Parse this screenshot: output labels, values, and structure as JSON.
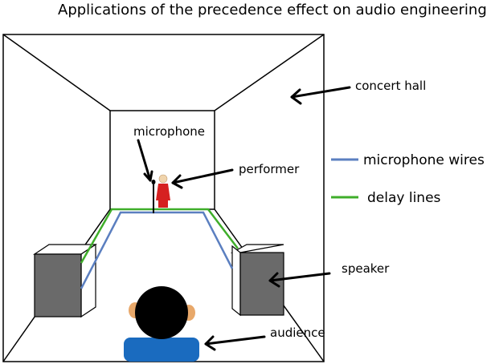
{
  "title": "Applications of the precedence effect on audio engineering",
  "labels": {
    "concert_hall": "concert hall",
    "microphone": "microphone",
    "performer": "performer",
    "speaker": "speaker",
    "audience": "audience"
  },
  "legend": {
    "microphone_wires": "microphone wires",
    "delay_lines": "delay lines"
  },
  "colors": {
    "microphone_wire": "#5b7fc0",
    "delay_line": "#3fae2a",
    "speaker_front": "#6a6a6a",
    "performer": "#d62020",
    "audience_head": "#000000",
    "audience_ear": "#e8a86a",
    "audience_body": "#1a6bbf",
    "outline": "#000000"
  }
}
